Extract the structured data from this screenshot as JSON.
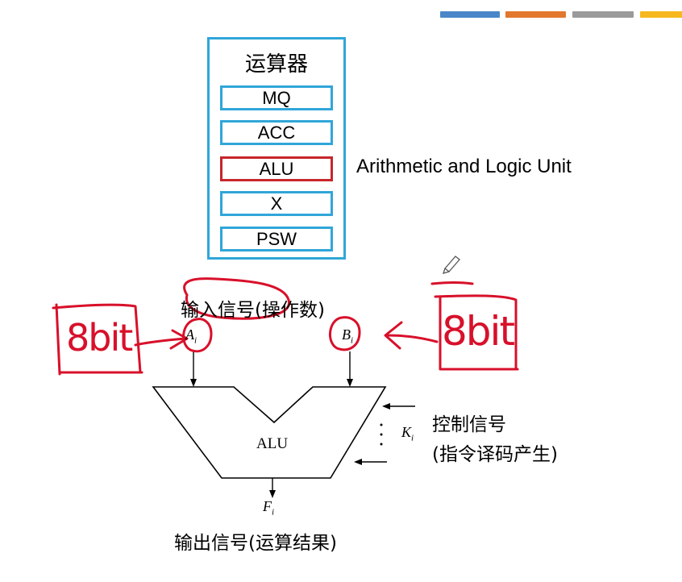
{
  "cpu_unit": {
    "title": "运算器",
    "registers": [
      "MQ",
      "ACC",
      "ALU",
      "X",
      "PSW"
    ],
    "highlighted_register": "ALU",
    "alu_caption": "Arithmetic and Logic Unit"
  },
  "alu_diagram": {
    "input_label": "输入信号(操作数)",
    "input_a": "A",
    "input_a_sub": "i",
    "input_b": "B",
    "input_b_sub": "i",
    "alu_label": "ALU",
    "control_var": "K",
    "control_var_sub": "i",
    "control_label_line1": "控制信号",
    "control_label_line2": "(指令译码产生)",
    "output_var": "F",
    "output_var_sub": "i",
    "output_label": "输出信号(运算结果)"
  },
  "annotations": {
    "left_note": "8bit",
    "right_note": "8bit"
  },
  "colors": {
    "border_blue": "#30a6d9",
    "highlight_red": "#c6262b",
    "ink_red": "#d8102a",
    "topbar": [
      "#4a86c8",
      "#e2772e",
      "#9a9a9a",
      "#f6b81c"
    ]
  },
  "icons": [
    "pencil-icon"
  ]
}
